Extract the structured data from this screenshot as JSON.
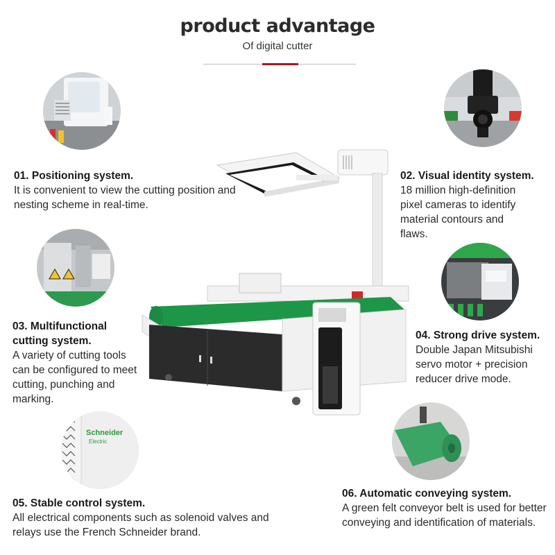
{
  "header": {
    "title": "product advantage",
    "subtitle": "Of digital cutter"
  },
  "features": [
    {
      "title": "01. Positioning system.",
      "desc": "It is convenient to view the cutting position and nesting scheme in real-time."
    },
    {
      "title": "02. Visual identity system.",
      "desc": "18 million high-definition pixel cameras to identify material contours and flaws."
    },
    {
      "title": "03. Multifunctional cutting system.",
      "desc": "A variety of cutting tools can be configured to meet cutting, punching and marking."
    },
    {
      "title": "04. Strong drive system.",
      "desc": "Double Japan Mitsubishi servo motor + precision reducer drive mode."
    },
    {
      "title": "05. Stable control system.",
      "desc": "All electrical components such as solenoid valves and relays use the French Schneider brand."
    },
    {
      "title": "06. Automatic conveying system.",
      "desc": "A green felt conveyor belt is used for better conveying and identification of materials."
    }
  ],
  "photo_labels": {
    "schneider": "Schneider",
    "electric": "Electric"
  },
  "colors": {
    "accent": "#b3121a",
    "felt_green": "#1f9a4a"
  }
}
